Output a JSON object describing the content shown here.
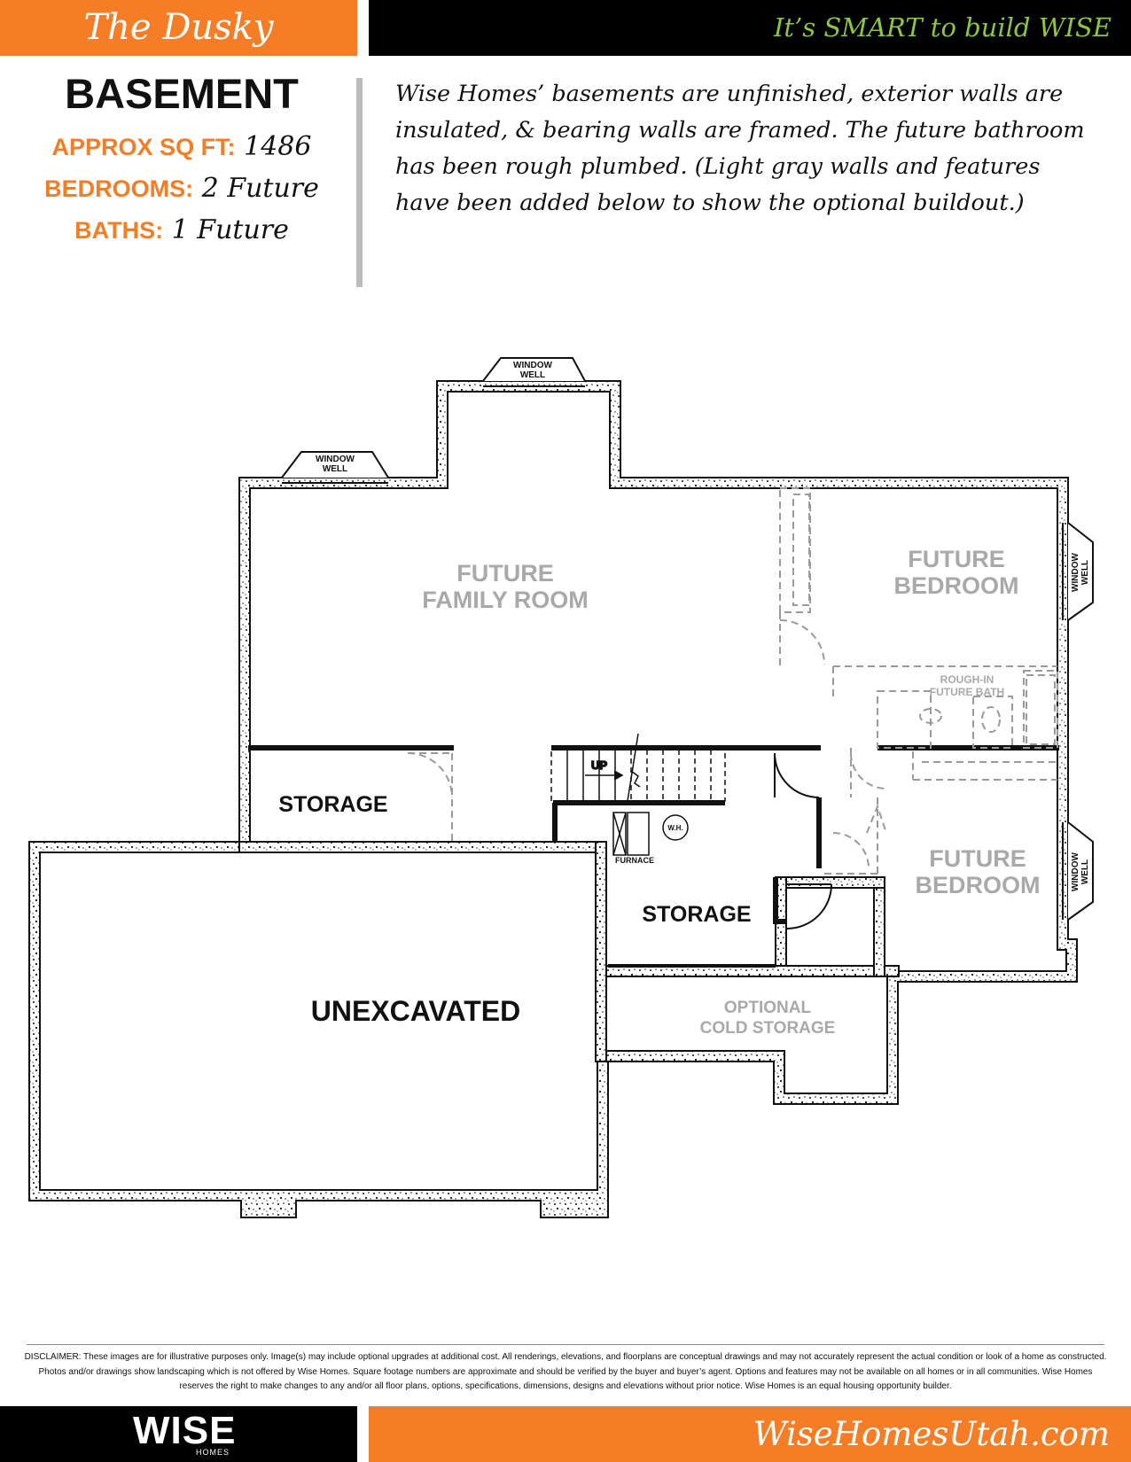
{
  "header": {
    "plan_name": "The Dusky",
    "tagline": "It’s SMART to build WISE"
  },
  "specs": {
    "level": "BASEMENT",
    "sqft_label": "APPROX SQ FT:",
    "sqft_value": "1486",
    "bedrooms_label": "BEDROOMS:",
    "bedrooms_value": "2 Future",
    "baths_label": "BATHS:",
    "baths_value": "1 Future"
  },
  "intro": "Wise Homes’ basements are unfinished, exterior walls are insulated, & bearing walls are framed. The future bathroom has been rough plumbed. (Light gray walls and features have been added below to show the optional buildout.)",
  "floorplan": {
    "rooms": {
      "family_line1": "FUTURE",
      "family_line2": "FAMILY ROOM",
      "bed1_line1": "FUTURE",
      "bed1_line2": "BEDROOM",
      "bed2_line1": "FUTURE",
      "bed2_line2": "BEDROOM",
      "bath_line1": "ROUGH-IN",
      "bath_line2": "FUTURE BATH",
      "storage_left": "STORAGE",
      "storage_center": "STORAGE",
      "unexcavated": "UNEXCAVATED",
      "cold_line1": "OPTIONAL",
      "cold_line2": "COLD STORAGE"
    },
    "labels": {
      "window_well_1": "WINDOW",
      "window_well_2": "WELL",
      "stairs_up": "UP",
      "furnace": "FURNACE",
      "water_heater": "W.H."
    }
  },
  "disclaimer": "DISCLAIMER: These images are for illustrative purposes only. Image(s) may include optional upgrades at additional cost. All renderings, elevations, and floorplans are conceptual drawings and may not accurately represent the actual condition or look of a home as constructed.  Photos and/or drawings show landscaping which is not offered by Wise Homes. Square footage numbers are approximate and should be verified by the buyer and buyer’s agent. Options and features may not be available on all homes or in all communities. Wise Homes reserves the right to make changes to any and/or all floor plans, options, specifications, dimensions, designs and elevations without prior notice. Wise Homes is an equal housing opportunity builder.",
  "footer": {
    "logo_text": "WISE",
    "logo_sub": "HOMES",
    "website": "WiseHomesUtah.com"
  },
  "colors": {
    "accent_orange": "#f47d26",
    "accent_green": "#8dc63f",
    "future_gray": "#a9a9a9"
  }
}
